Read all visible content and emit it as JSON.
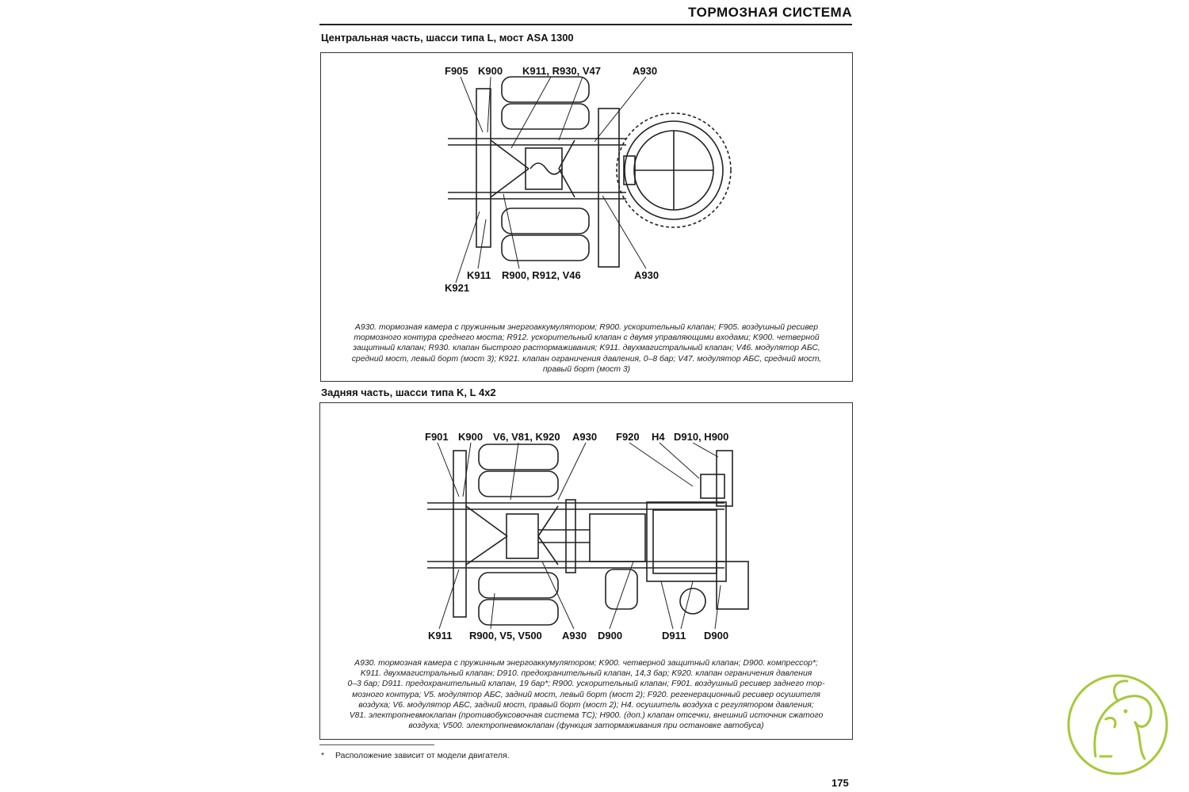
{
  "header": {
    "title": "ТОРМОЗНАЯ СИСТЕМА"
  },
  "section1": {
    "title": "Центральная часть, шасси типа L, мост ASA 1300",
    "labels": {
      "f905": "F905",
      "k900": "K900",
      "k911_r930_v47": "K911, R930, V47",
      "a930_top": "A930",
      "k911": "K911",
      "r900_r912_v46": "R900, R912, V46",
      "a930_bottom": "A930",
      "k921": "K921"
    },
    "caption": [
      "A930. тормозная камера с пружинным энергоаккумулятором; R900. ускорительный клапан; F905. воздушный ресивер",
      "тормозного контура среднего моста; R912. ускорительный клапан с двумя управляющими входами; K900. четверной",
      "защитный клапан; R930. клапан быстрого растормаживания; K911. двухмагистральный клапан; V46. модулятор АБС,",
      "средний мост, левый борт (мост 3); K921. клапан ограничения давления, 0–8 бар; V47. модулятор АБС, средний мост,",
      "правый борт (мост 3)"
    ]
  },
  "section2": {
    "title": "Задняя часть, шасси типа K, L 4x2",
    "labels": {
      "f901": "F901",
      "k900": "K900",
      "v6_v81_k920": "V6, V81, K920",
      "a930_top": "A930",
      "f920": "F920",
      "h4": "H4",
      "d910_h900": "D910, H900",
      "k911": "K911",
      "r900_v5_v500": "R900, V5, V500",
      "a930_bottom": "A930",
      "d900_left": "D900",
      "d911": "D911",
      "d900_right": "D900"
    },
    "caption": [
      "A930. тормозная камера с пружинным энергоаккумулятором; K900. четверной защитный клапан; D900. компрессор*;",
      "K911. двухмагистральный клапан; D910. предохранительный клапан, 14,3 бар; K920. клапан ограничения давления",
      "0–3 бар; D911. предохранительный клапан, 19 бар*; R900. ускорительный клапан; F901. воздушный ресивер заднего тор-",
      "мозного контура; V5. модулятор АБС, задний мост, левый борт (мост 2); F920. регенерационный ресивер осушителя",
      "воздуха; V6. модулятор АБС, задний мост, правый борт (мост 2); H4. осушитель воздуха с регулятором давления;",
      "V81. электропневмоклапан (противобуксовочная система ТС); H900. (доп.) клапан отсечки, внешний источник сжатого",
      "воздуха; V500. электропневмоклапан (функция затормаживания при остановке автобуса)"
    ]
  },
  "footnote": {
    "marker": "*",
    "text": "Расположение зависит от модели двигателя."
  },
  "page_number": "175",
  "colors": {
    "logo": "#a6c93a",
    "ink": "#111111"
  }
}
